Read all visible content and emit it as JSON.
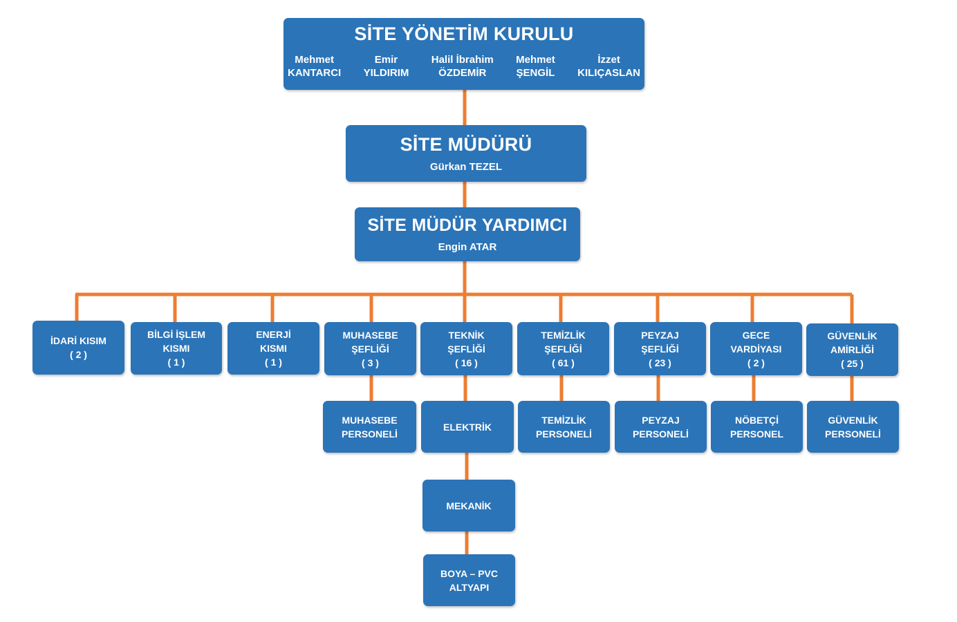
{
  "board": {
    "title": "SİTE YÖNETİM KURULU",
    "members": [
      {
        "first": "Mehmet",
        "last": "KANTARCI"
      },
      {
        "first": "Emir",
        "last": "YILDIRIM"
      },
      {
        "first": "Halil İbrahim",
        "last": "ÖZDEMİR"
      },
      {
        "first": "Mehmet",
        "last": "ŞENGİL"
      },
      {
        "first": "İzzet",
        "last": "KILIÇASLAN"
      }
    ]
  },
  "manager": {
    "title": "SİTE MÜDÜRÜ",
    "name": "Gürkan TEZEL"
  },
  "assistant": {
    "title": "SİTE MÜDÜR YARDIMCI",
    "name": "Engin ATAR"
  },
  "departments": [
    {
      "lines": [
        "İDARİ KISIM",
        "( 2 )"
      ]
    },
    {
      "lines": [
        "BİLGİ İŞLEM",
        "KISMI",
        "( 1 )"
      ]
    },
    {
      "lines": [
        "ENERJİ",
        "KISMI",
        "( 1 )"
      ]
    },
    {
      "lines": [
        "MUHASEBE",
        "ŞEFLİĞİ",
        "( 3 )"
      ]
    },
    {
      "lines": [
        "TEKNİK",
        "ŞEFLİĞİ",
        "( 16 )"
      ]
    },
    {
      "lines": [
        "TEMİZLİK",
        "ŞEFLİĞİ",
        "( 61 )"
      ]
    },
    {
      "lines": [
        "PEYZAJ",
        "ŞEFLİĞİ",
        "( 23 )"
      ]
    },
    {
      "lines": [
        "GECE",
        "VARDİYASI",
        "( 2 )"
      ]
    },
    {
      "lines": [
        "GÜVENLİK",
        "AMİRLİĞİ",
        "( 25 )"
      ]
    }
  ],
  "sub_units": [
    {
      "lines": [
        "MUHASEBE",
        "PERSONELİ"
      ]
    },
    {
      "lines": [
        "ELEKTRİK"
      ]
    },
    {
      "lines": [
        "TEMİZLİK",
        "PERSONELİ"
      ]
    },
    {
      "lines": [
        "PEYZAJ",
        "PERSONELİ"
      ]
    },
    {
      "lines": [
        "NÖBETÇİ",
        "PERSONEL"
      ]
    },
    {
      "lines": [
        "GÜVENLİK",
        "PERSONELİ"
      ]
    },
    {
      "lines": [
        "MEKANİK"
      ]
    },
    {
      "lines": [
        "BOYA – PVC",
        "ALTYAPI"
      ]
    }
  ],
  "colors": {
    "box": "#2b74b8",
    "connector": "#ed7d31",
    "text": "#ffffff"
  }
}
